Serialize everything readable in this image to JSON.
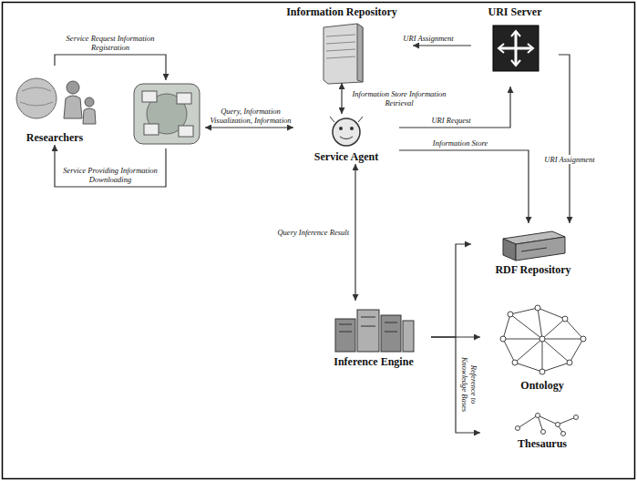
{
  "diagram": {
    "nodes": [
      {
        "text": [
          "Information Repository"
        ]
      },
      {
        "text": [
          "URI Server"
        ]
      },
      {
        "text": [
          "Researchers"
        ]
      },
      {
        "text": []
      },
      {
        "text": [
          "Service Agent"
        ]
      },
      {
        "text": [
          "RDF Repository"
        ]
      },
      {
        "text": [
          "Inference Engine"
        ]
      },
      {
        "text": [
          "Ontology"
        ]
      },
      {
        "text": [
          "Thesaurus"
        ]
      }
    ],
    "edges": [
      {
        "from": 2,
        "to": 3,
        "arrow": "to",
        "label": "Service Request Information Registration"
      },
      {
        "from": 3,
        "to": 2,
        "arrow": "to",
        "label": "Service Providing Information Downloading"
      },
      {
        "from": 3,
        "to": 4,
        "arrow": "both",
        "label": "Query, Information Visualization, Information"
      },
      {
        "from": 4,
        "to": 0,
        "arrow": "both",
        "label": "Information Store Information Retrieval"
      },
      {
        "from": 1,
        "to": 0,
        "arrow": "to",
        "label": "URI Assignment"
      },
      {
        "from": 4,
        "to": 1,
        "arrow": "to",
        "label": "URI Request"
      },
      {
        "from": 1,
        "to": 5,
        "arrow": "to",
        "label": "URI Assignment"
      },
      {
        "from": 4,
        "to": 5,
        "arrow": "to",
        "label": "Information Store"
      },
      {
        "from": 4,
        "to": 6,
        "arrow": "both",
        "label": "Query Inference Result"
      },
      {
        "from": 6,
        "to": 5,
        "arrow": "to"
      },
      {
        "from": 6,
        "to": 7,
        "arrow": "to",
        "label": "Reference to Knowledge Bases"
      },
      {
        "from": 6,
        "to": 8,
        "arrow": "to"
      }
    ]
  }
}
